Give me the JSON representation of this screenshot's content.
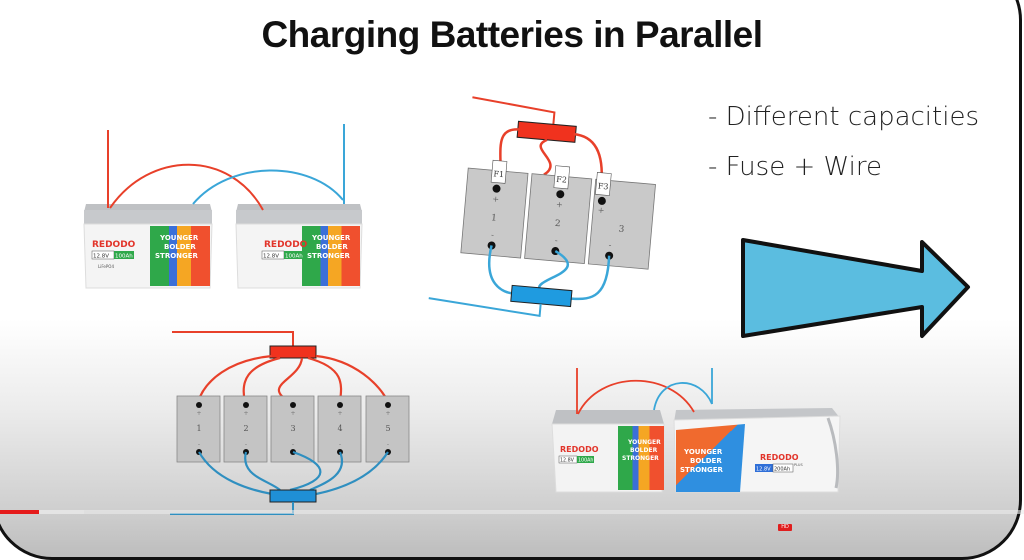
{
  "slide": {
    "title": "Charging Batteries in Parallel",
    "bullets": [
      "- Different capacities",
      "- Fuse + Wire"
    ]
  },
  "battery_product": {
    "brand": "REDODO",
    "slogan": [
      "YOUNGER",
      "BOLDER",
      "STRONGER"
    ],
    "small": {
      "voltage": "12.8V",
      "capacity": "100Ah",
      "chemistry": "LiFePO4"
    },
    "large": {
      "voltage": "12.8V",
      "capacity": "200Ah",
      "suffix": "PLUS"
    }
  },
  "diagram_three": {
    "fuses": [
      "F1",
      "F2",
      "F3"
    ],
    "batteries": [
      "1",
      "2",
      "3"
    ],
    "plus": "+",
    "minus": "-"
  },
  "diagram_five": {
    "batteries": [
      "1",
      "2",
      "3",
      "4",
      "5"
    ],
    "plus": "+",
    "minus": "-"
  },
  "colors": {
    "positive_wire": "#e8402a",
    "negative_wire": "#3aa6d8",
    "positive_busbar": "#f0321e",
    "negative_busbar": "#1f8fd6",
    "arrow_fill": "#5bbde0",
    "battery_cell": "#c9c9c9"
  },
  "video": {
    "played_percent": 3.8,
    "buffered_percent": 8.2,
    "badge": "HD"
  },
  "arrow": {
    "direction": "right",
    "icon": "arrow-right-icon"
  }
}
